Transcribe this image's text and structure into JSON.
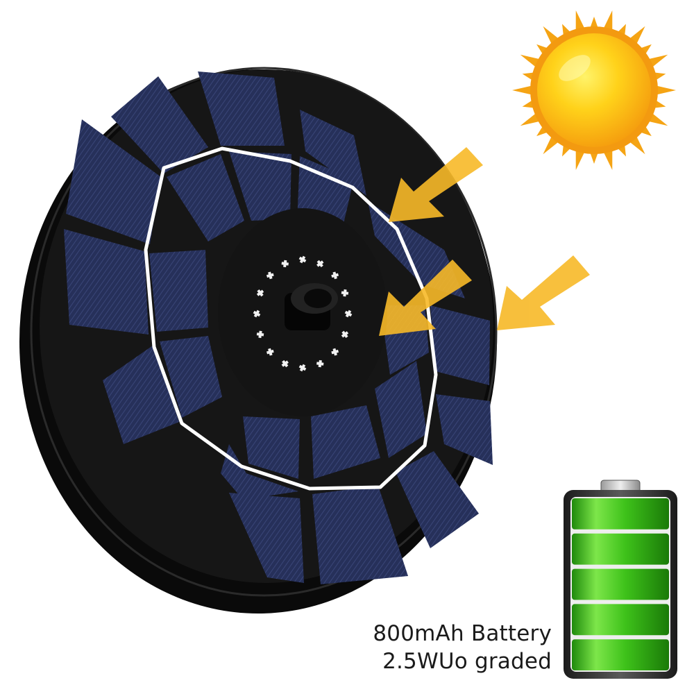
{
  "caption": {
    "line1": "800mAh Battery",
    "line2": "2.5WUo graded"
  },
  "battery": {
    "segments": 5,
    "charge_percent": 100
  },
  "colors": {
    "panel_body": "#161616",
    "panel_rim": "#0a0a0a",
    "solar_cell": "#26305a",
    "divider_ring": "#ffffff",
    "sun_core": "#ffd21a",
    "sun_rays": "#f5a414",
    "arrow": "#f7b928",
    "battery_green": "#3ec21a",
    "battery_frame": "#2b2b2b"
  },
  "icons": {
    "sun": "sun-icon",
    "arrows": "sunlight-arrow-icon",
    "battery": "battery-full-icon",
    "nozzle": "fountain-nozzle-icon"
  }
}
